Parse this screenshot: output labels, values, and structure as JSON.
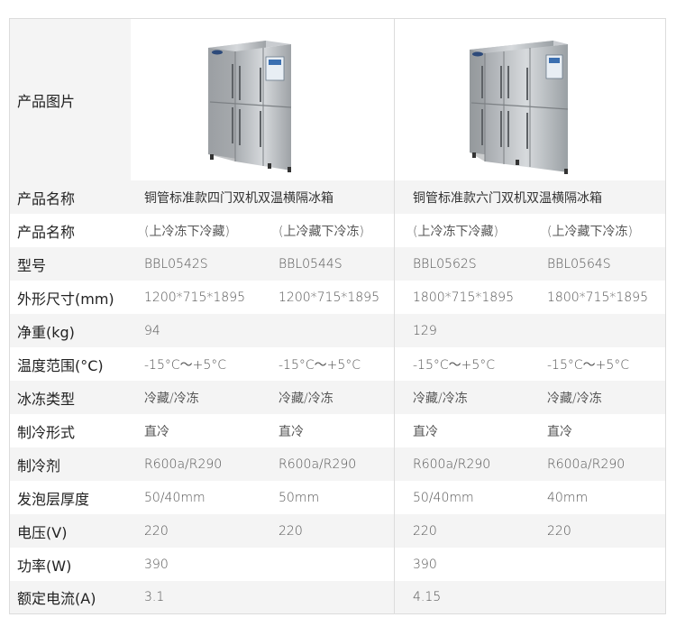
{
  "rows": [
    {
      "label": "产品图片"
    },
    {
      "label": "产品名称",
      "left": "铜管标准款四门双机双温横隔冰箱",
      "right": "铜管标准款六门双机双温横隔冰箱"
    },
    {
      "label": "产品名称",
      "c1": "(上冷冻下冷藏)",
      "c2": "(上冷藏下冷冻)",
      "c3": "(上冷冻下冷藏)",
      "c4": "(上冷藏下冷冻)"
    },
    {
      "label": "型号",
      "c1": "BBL0542S",
      "c2": "BBL0544S",
      "c3": "BBL0562S",
      "c4": "BBL0564S"
    },
    {
      "label": "外形尺寸(mm)",
      "c1": "1200*715*1895",
      "c2": "1200*715*1895",
      "c3": "1800*715*1895",
      "c4": "1800*715*1895"
    },
    {
      "label": "净重(kg)",
      "c1": "94",
      "c3": "129"
    },
    {
      "label": "温度范围(°C)",
      "c1": "-15°C～+5°C",
      "c2": "-15°C～+5°C",
      "c3": "-15°C～+5°C",
      "c4": "-15°C～+5°C"
    },
    {
      "label": "冰冻类型",
      "c1": "冷藏/冷冻",
      "c2": "冷藏/冷冻",
      "c3": "冷藏/冷冻",
      "c4": "冷藏/冷冻"
    },
    {
      "label": "制冷形式",
      "c1": "直冷",
      "c2": "直冷",
      "c3": "直冷",
      "c4": "直冷"
    },
    {
      "label": "制冷剂",
      "c1": "R600a/R290",
      "c2": "R600a/R290",
      "c3": "R600a/R290",
      "c4": "R600a/R290"
    },
    {
      "label": "发泡层厚度",
      "c1": "50/40mm",
      "c2": "50mm",
      "c3": "50/40mm",
      "c4": "40mm"
    },
    {
      "label": "电压(V)",
      "c1": "220",
      "c2": "220",
      "c3": "220",
      "c4": "220"
    },
    {
      "label": "功率(W)",
      "c1": "390",
      "c3": "390"
    },
    {
      "label": "额定电流(A)",
      "c1": "3.1",
      "c3": "4.15"
    }
  ]
}
